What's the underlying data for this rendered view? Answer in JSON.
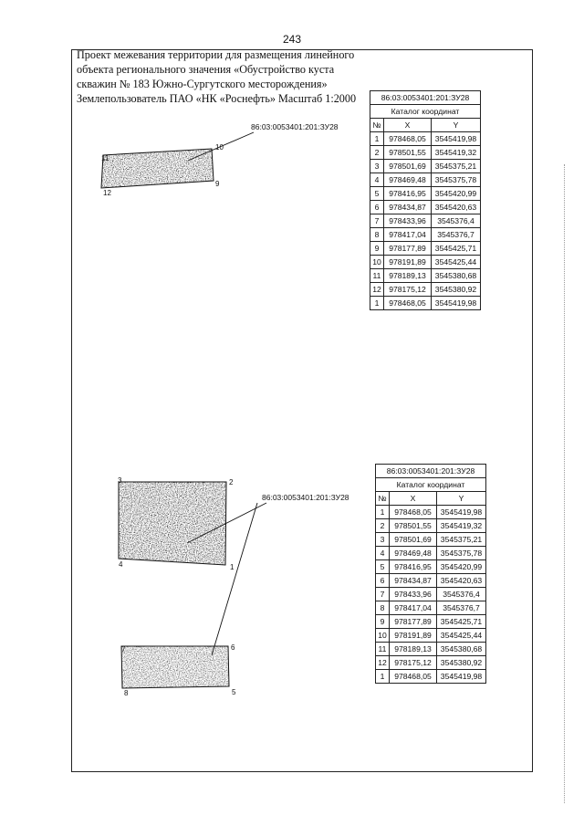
{
  "page_number": "243",
  "header": {
    "lines": [
      "Проект межевания территории для размещения линейного",
      "объекта регионального значения «Обустройство куста",
      "скважин № 183 Южно-Сургутского месторождения»",
      "Землепользователь ПАО «НК «Роснефть» Масштаб 1:2000"
    ]
  },
  "plot_label": "86:03:0053401:201:ЗУ28",
  "catalog": {
    "title": "86:03:0053401:201:ЗУ28",
    "subtitle": "Каталог координат",
    "columns": [
      "№",
      "X",
      "Y"
    ],
    "rows": [
      [
        "1",
        "978468,05",
        "3545419,98"
      ],
      [
        "2",
        "978501,55",
        "3545419,32"
      ],
      [
        "3",
        "978501,69",
        "3545375,21"
      ],
      [
        "4",
        "978469,48",
        "3545375,78"
      ],
      [
        "5",
        "978416,95",
        "3545420,99"
      ],
      [
        "6",
        "978434,87",
        "3545420,63"
      ],
      [
        "7",
        "978433,96",
        "3545376,4"
      ],
      [
        "8",
        "978417,04",
        "3545376,7"
      ],
      [
        "9",
        "978177,89",
        "3545425,71"
      ],
      [
        "10",
        "978191,89",
        "3545425,44"
      ],
      [
        "11",
        "978189,13",
        "3545380,68"
      ],
      [
        "12",
        "978175,12",
        "3545380,92"
      ],
      [
        "1",
        "978468,05",
        "3545419,98"
      ]
    ]
  },
  "sketch1_points": [
    "10",
    "11",
    "12",
    "9"
  ],
  "sketch2_points": [
    "3",
    "2",
    "4",
    "1",
    "7",
    "6",
    "8",
    "5"
  ]
}
